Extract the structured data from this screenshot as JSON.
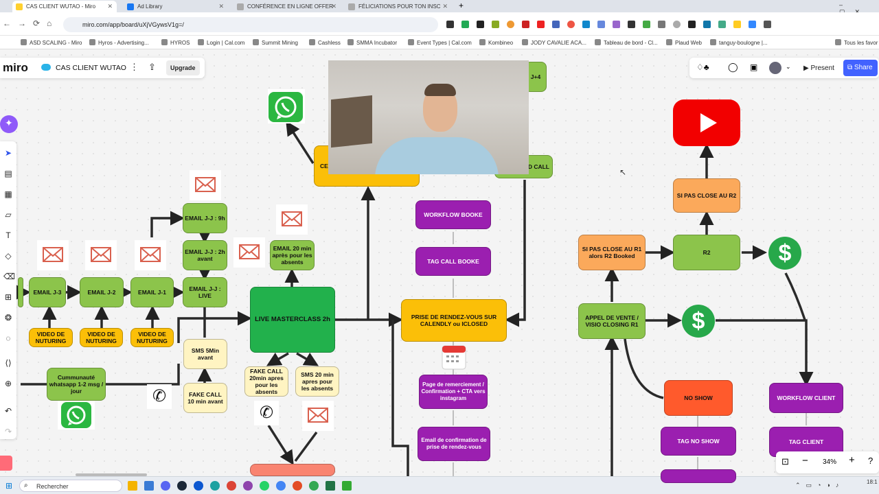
{
  "browser": {
    "tabs": [
      "CAS CLIENT WUTAO - Miro",
      "Ad Library",
      "CONFÉRENCE EN LIGNE OFFER",
      "FÉLICIATIONS POUR TON INSC"
    ],
    "url": "miro.com/app/board/uXjVGywsV1g=/",
    "bookmarks": [
      "ASD SCALING - Miro",
      "Hyros - Advertising...",
      "HYROS",
      "Login | Cal.com",
      "Summit Mining",
      "Cashless",
      "SMMA Incubator",
      "Event Types | Cal.com",
      "Kombineo",
      "JODY CAVALIE ACA...",
      "Tableau de bord - Cl...",
      "Plaud Web",
      "tanguy-boulogne |...",
      "Tous les favor"
    ]
  },
  "miro": {
    "logo": "miro",
    "board_name": "CAS CLIENT WUTAO",
    "upgrade": "Upgrade",
    "present": "Present",
    "share": "Share",
    "zoom": "34%"
  },
  "nodes": {
    "email_j3": "EMAIL J-3",
    "email_j2": "EMAIL J-2",
    "email_j1": "EMAIL J-1",
    "video1": "VIDEO DE NUTURING",
    "video2": "VIDEO DE NUTURING",
    "video3": "VIDEO DE NUTURING",
    "email_9h": "EMAIL J-J : 9h",
    "email_2h": "EMAIL J-J : 2h avant",
    "email_live": "EMAIL J-J : LIVE",
    "email_20": "EMAIL 20 min après pour les absents",
    "live": "LIVE MASTERCLASS 2h",
    "sms5": "SMS 5Min avant",
    "fake10": "FAKE CALL 10 min avant",
    "fake20": "FAKE CALL 20min apres pour les absents",
    "sms20": "SMS 20 min apres pour les absents",
    "community": "Cummunauté whatsapp  1-2 msg / jour",
    "ce": "CE",
    "j4": "J+4",
    "chaud": "CHAUD CALL",
    "workflow_booke": "WORKFLOW BOOKE",
    "tag_booke": "TAG CALL BOOKE",
    "rdv": "PRISE DE RENDEZ-VOUS SUR CALENDLY ou ICLOSED",
    "remerciement": "Page de remerciement / Confirmation + CTA vers instagram",
    "email_confirm": "Email de confirmation de prise de rendez-vous",
    "appel": "APPEL DE VENTE / VISIO CLOSING R1",
    "si_r1": "SI PAS CLOSE AU R1 alors R2 Booked",
    "r2": "R2",
    "si_r2": "SI PAS CLOSE AU R2",
    "no_show": "NO SHOW",
    "tag_no_show": "TAG NO SHOW",
    "workflow_client": "WORKFLOW CLIENT",
    "tag_client": "TAG CLIENT",
    "coin1": "$",
    "coin2": "$"
  },
  "taskbar": {
    "search": "Rechercher",
    "time": "18:1"
  }
}
